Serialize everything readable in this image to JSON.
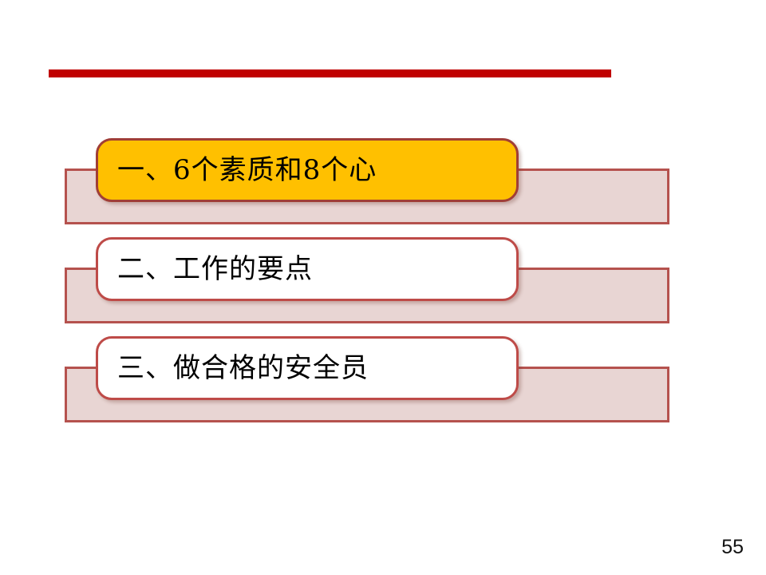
{
  "slide": {
    "kind": "presentation-slide",
    "page_number": "55",
    "colors": {
      "top_accent_bar": "#C00000",
      "back_bar_fill": "#E8D5D3",
      "back_bar_border": "#B5524E",
      "highlight_fill": "#FFC000",
      "highlight_border": "#A03E36",
      "plain_fill": "#FFFFFF",
      "plain_border": "#BE4B48",
      "text": "#000000"
    },
    "agenda": {
      "items": [
        {
          "label": "一、6个素质和8个心",
          "highlighted": true
        },
        {
          "label": "二、工作的要点",
          "highlighted": false
        },
        {
          "label": "三、做合格的安全员",
          "highlighted": false
        }
      ]
    }
  }
}
